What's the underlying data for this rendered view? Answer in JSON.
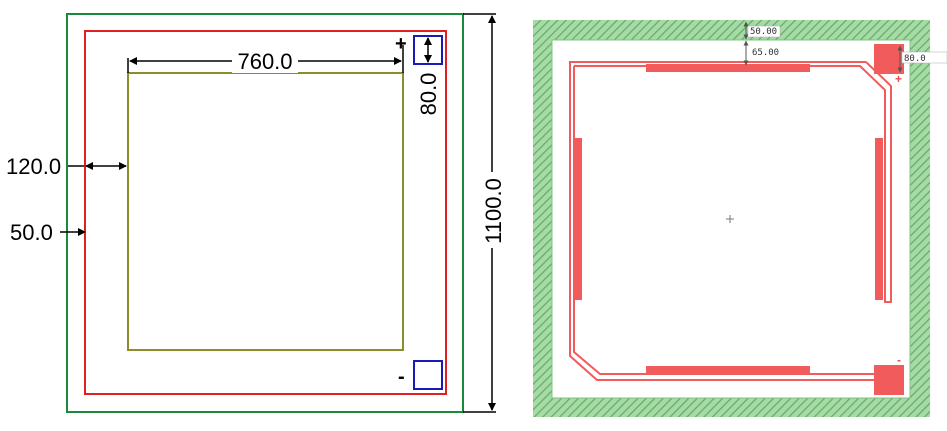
{
  "left_drawing": {
    "width_dim": "760.0",
    "pad_dim": "80.0",
    "gap_dim": "120.0",
    "edge_dim": "50.0",
    "height_dim": "1100.0",
    "plus_label": "+",
    "minus_label": "-"
  },
  "right_layout": {
    "dim_top_1": "50.00",
    "dim_top_2": "65.00",
    "dim_right": "80.0",
    "plus_label": "+",
    "minus_label": "-"
  },
  "colors": {
    "outer_border": "#1a8a3a",
    "heater_trace": "#e02020",
    "active_area": "#8c8c2a",
    "contact_pad": "#1a1ab4",
    "hatch_green": "#7fc47f",
    "layout_red": "#f25b5b"
  }
}
